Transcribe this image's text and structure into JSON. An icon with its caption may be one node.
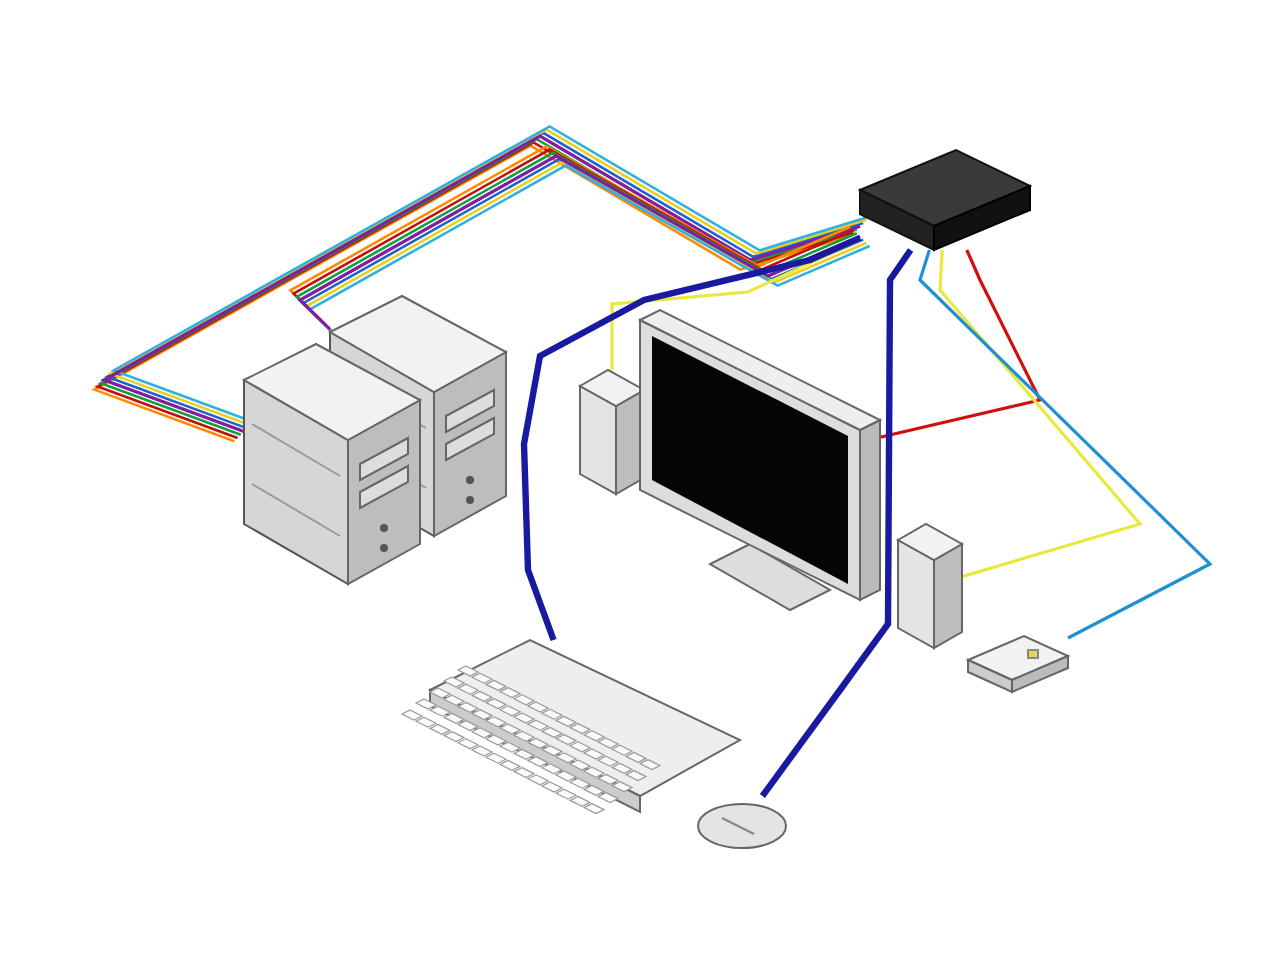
{
  "diagram": {
    "nodes": [
      {
        "text": [],
        "shape": "picture"
      },
      {
        "text": [],
        "shape": "picture"
      },
      {
        "text": [],
        "shape": "picture"
      },
      {
        "text": [],
        "shape": "picture"
      },
      {
        "text": [],
        "shape": "picture"
      },
      {
        "text": [],
        "shape": "picture"
      },
      {
        "text": [],
        "shape": "picture"
      },
      {
        "text": [],
        "shape": "picture"
      },
      {
        "text": [],
        "shape": "picture"
      }
    ],
    "edges": [
      {
        "from": 0,
        "to": 1,
        "arrow": "none"
      },
      {
        "from": 0,
        "to": 2,
        "arrow": "none"
      },
      {
        "from": 0,
        "to": 4,
        "arrow": "none",
        "color": "#d01010"
      },
      {
        "from": 0,
        "to": 3,
        "arrow": "none",
        "color": "#e8e840"
      },
      {
        "from": 0,
        "to": 5,
        "arrow": "none",
        "color": "#e8e840"
      },
      {
        "from": 0,
        "to": 6,
        "arrow": "none",
        "color": "#2090d0"
      },
      {
        "from": 0,
        "to": 7,
        "arrow": "none",
        "color": "#1a1aa0",
        "style": "thick"
      },
      {
        "from": 0,
        "to": 8,
        "arrow": "none",
        "color": "#1a1aa0",
        "style": "thick"
      }
    ]
  }
}
